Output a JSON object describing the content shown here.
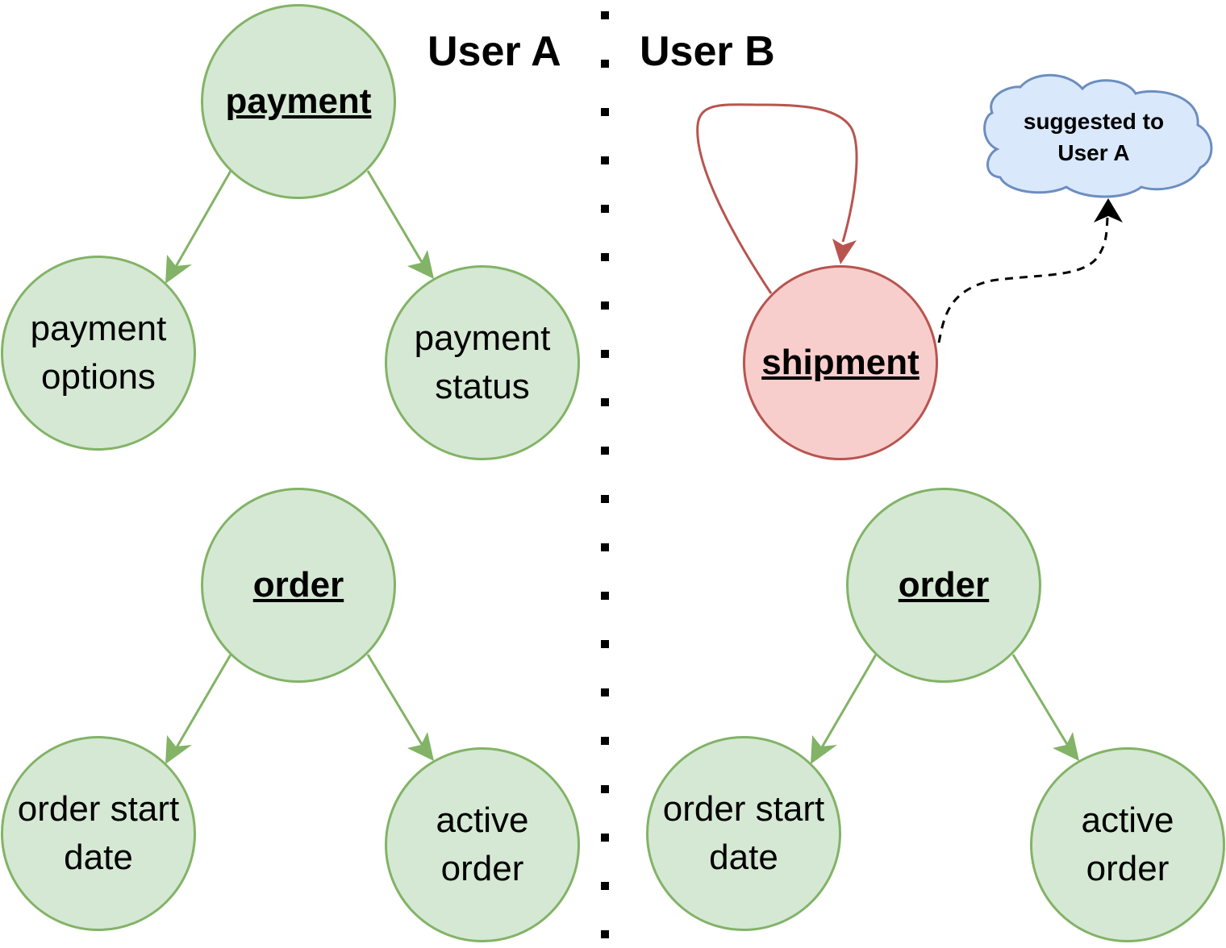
{
  "headers": {
    "user_a": "User A",
    "user_b": "User B"
  },
  "user_a": {
    "payment": {
      "root": "payment",
      "left": "payment\noptions",
      "right": "payment\nstatus"
    },
    "order": {
      "root": "order",
      "left": "order start\ndate",
      "right": "active\norder"
    }
  },
  "user_b": {
    "shipment": {
      "root": "shipment"
    },
    "cloud": "suggested to\nUser A",
    "order": {
      "root": "order",
      "left": "order start\ndate",
      "right": "active\norder"
    }
  },
  "colors": {
    "node_fill_green": "#d5e8d4",
    "node_stroke_green": "#82b366",
    "node_fill_red": "#f8cecc",
    "node_stroke_red": "#b85450",
    "cloud_fill": "#dae8fc",
    "cloud_stroke": "#6c8ebf"
  }
}
